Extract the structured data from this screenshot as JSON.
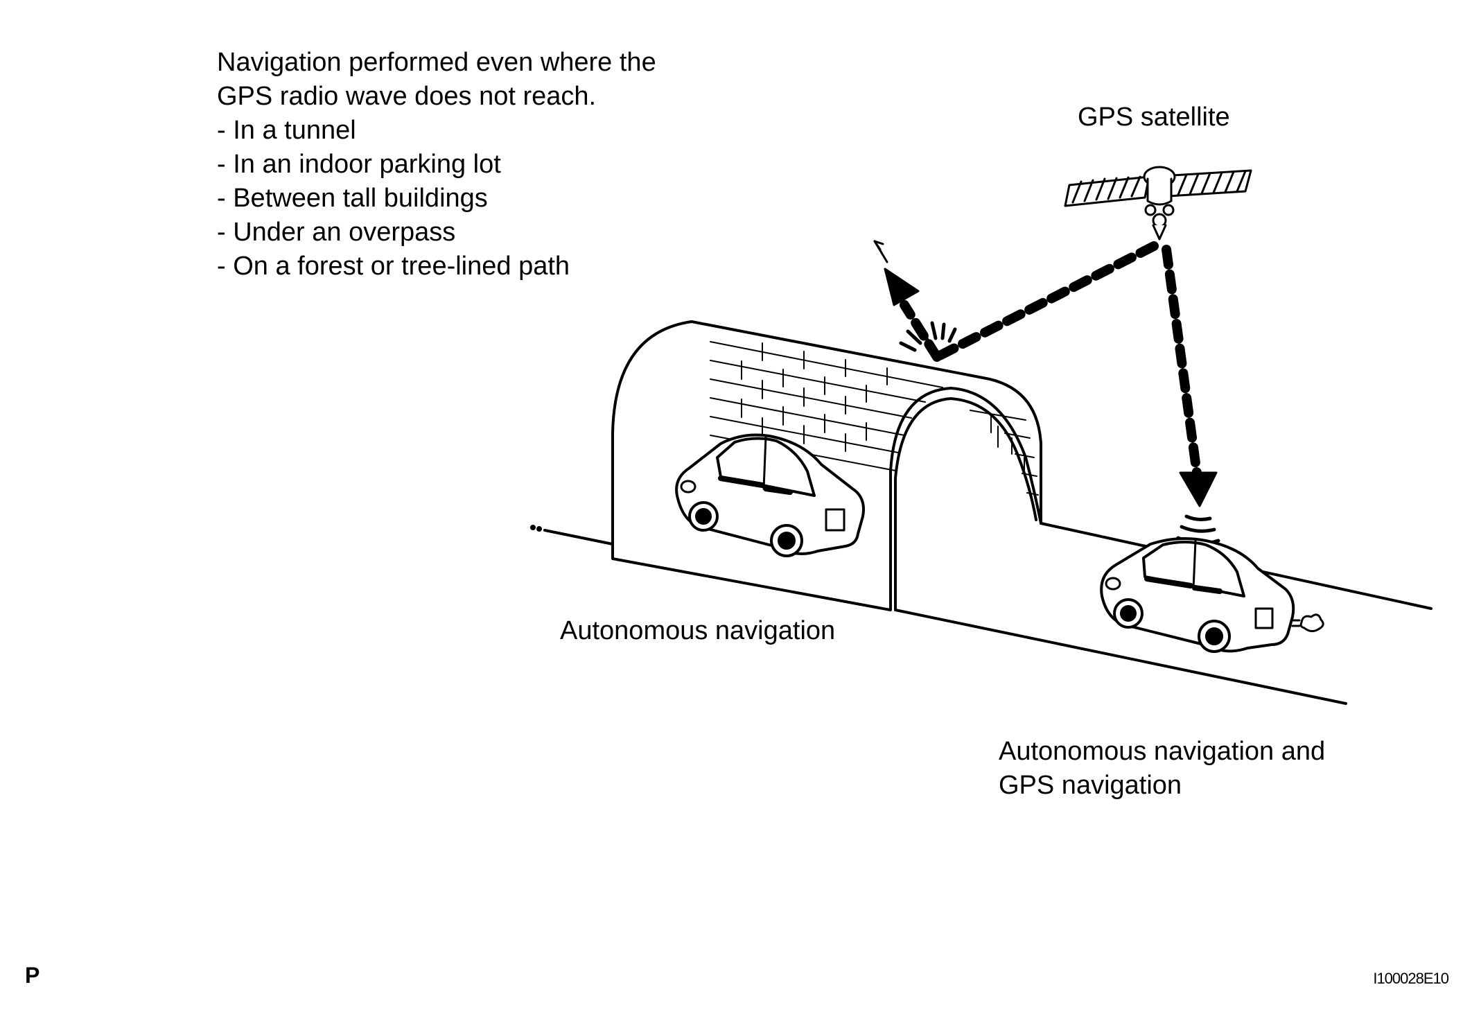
{
  "intro": {
    "lines": [
      "Navigation performed even where the",
      "GPS radio wave does not reach.",
      "- In a tunnel",
      "- In an indoor parking lot",
      "- Between tall buildings",
      "- Under an overpass",
      "- On a forest or tree-lined path"
    ]
  },
  "labels": {
    "gps_satellite": "GPS satellite",
    "autonomous": "Autonomous navigation",
    "both": [
      "Autonomous navigation and",
      "GPS navigation"
    ],
    "page_letter": "P",
    "figure_id": "I100028E10"
  },
  "icons": [
    "gps-satellite-icon",
    "tunnel-icon",
    "car-in-tunnel-icon",
    "car-on-road-icon",
    "signal-waves-icon"
  ],
  "colors": {
    "line": "#000000",
    "background": "#ffffff"
  }
}
